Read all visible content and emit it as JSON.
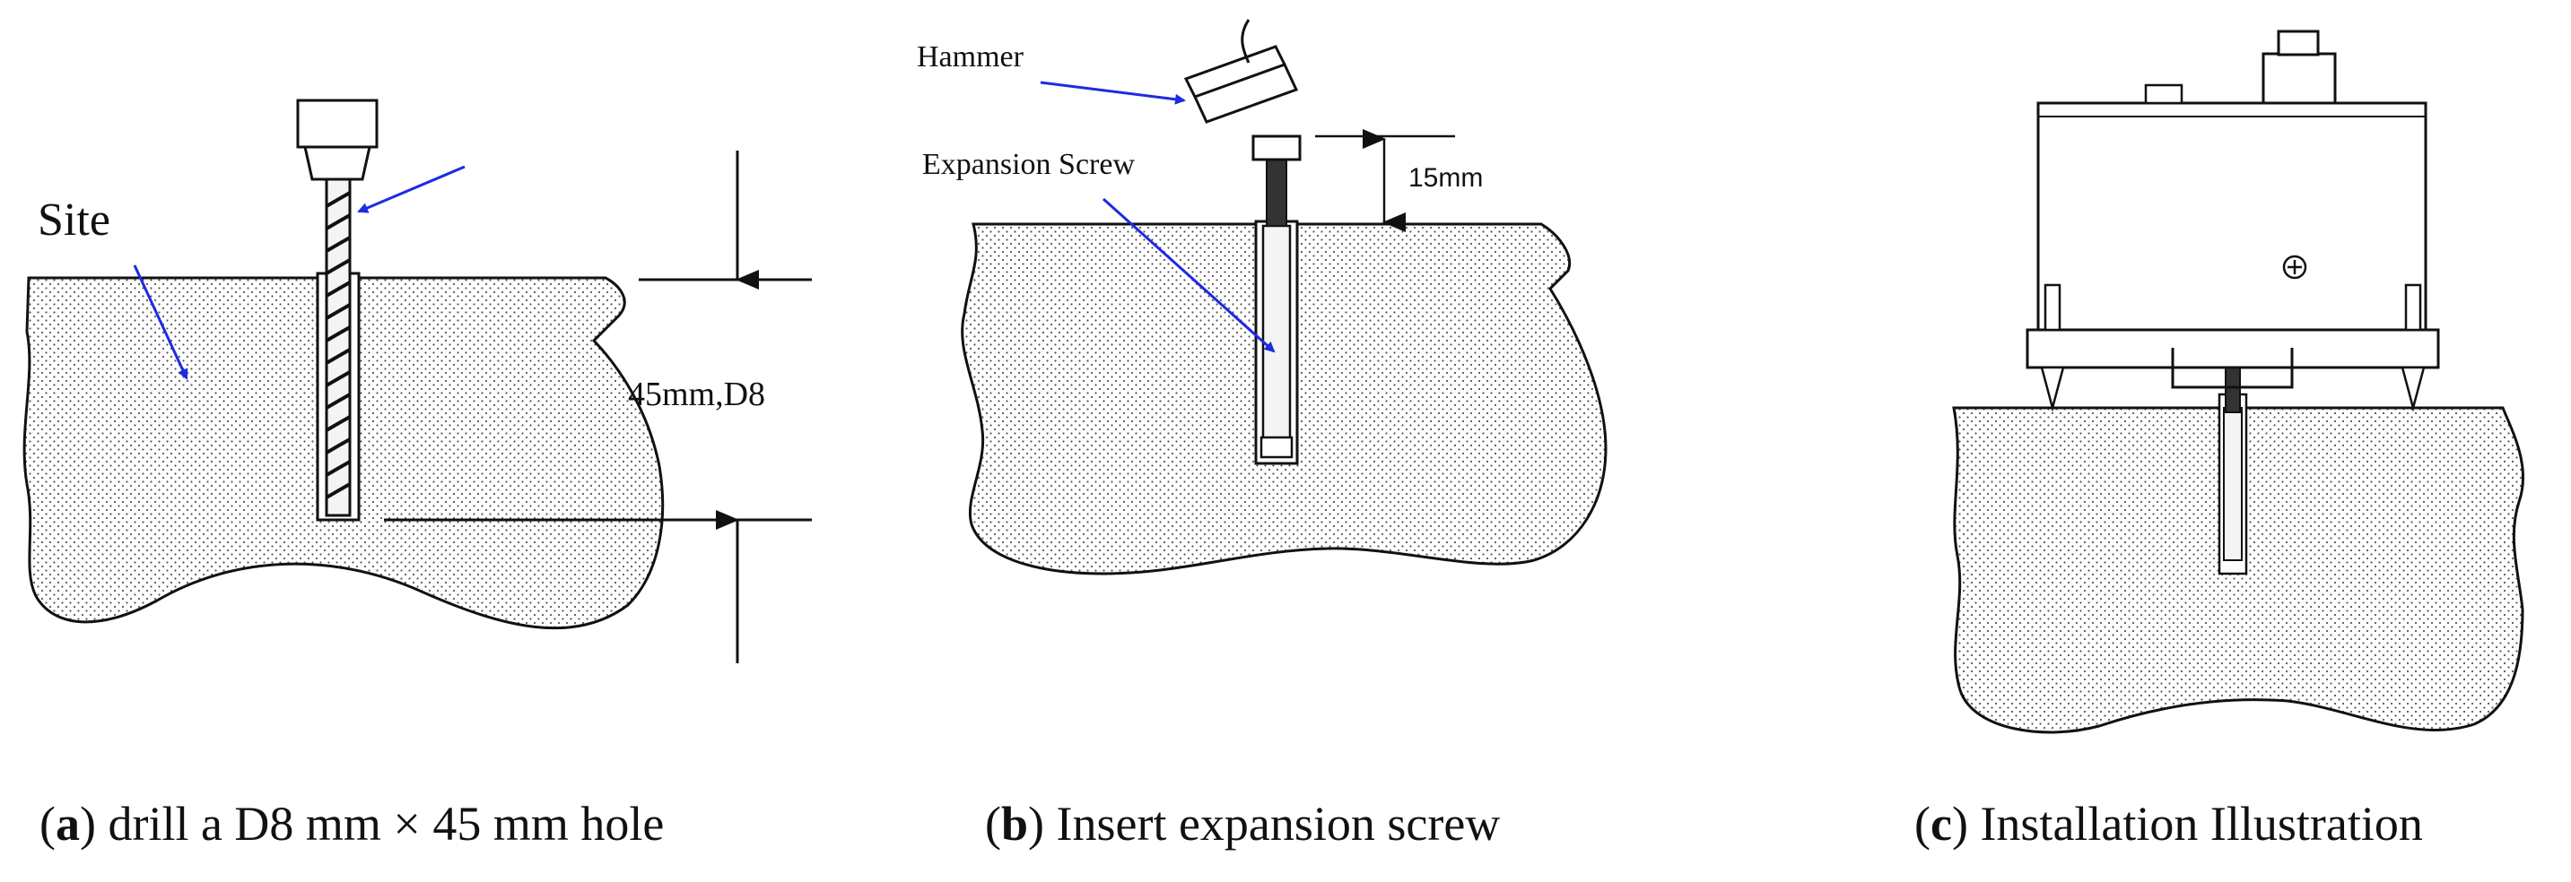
{
  "panel_a": {
    "site_label": "Site",
    "dimension_label": "45mm,D8",
    "caption": {
      "letter": "a",
      "text": "drill a D8 mm × 45 mm hole"
    }
  },
  "panel_b": {
    "hammer_label": "Hammer",
    "screw_label": "Expansion Screw",
    "dimension_label": "15mm",
    "caption": {
      "letter": "b",
      "text": "Insert expansion screw"
    }
  },
  "panel_c": {
    "caption": {
      "letter": "c",
      "text": "Installation Illustration"
    }
  },
  "colors": {
    "arrow": "#1f2be0",
    "line": "#111111",
    "dots": "#666666"
  }
}
